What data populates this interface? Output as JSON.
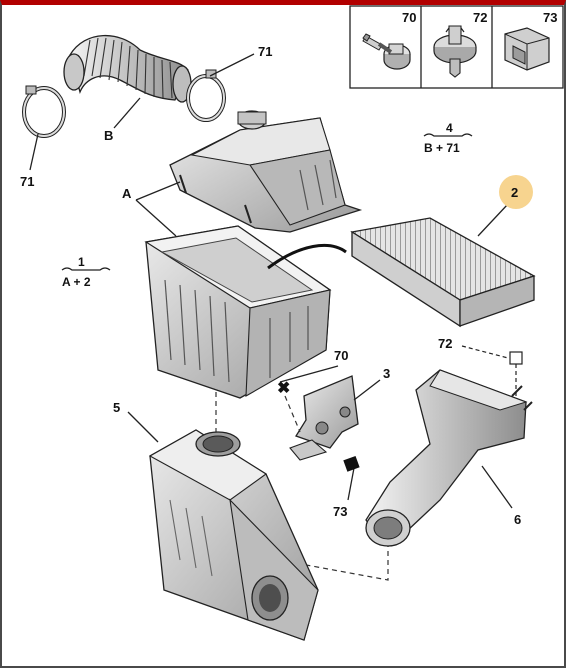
{
  "legend": {
    "items": [
      {
        "ref": "70",
        "icon": "bolt-icon"
      },
      {
        "ref": "72",
        "icon": "clip-fastener-icon"
      },
      {
        "ref": "73",
        "icon": "square-nut-icon"
      }
    ]
  },
  "callouts": {
    "c71_top": "71",
    "c71_left": "71",
    "cB": "B",
    "cA": "A",
    "c1_top": "1",
    "c1_bottom": "A + 2",
    "c4_top": "4",
    "c4_bottom": "B + 71",
    "c2": "2",
    "c70": "70",
    "c72": "72",
    "c3": "3",
    "c5": "5",
    "c73": "73",
    "c6": "6"
  },
  "colors": {
    "highlight_circle": "#f7d48f",
    "part_fill": "#d9d9d9",
    "part_shade": "#a8a8a8",
    "outline": "#222222",
    "header_bar": "#b20000"
  }
}
